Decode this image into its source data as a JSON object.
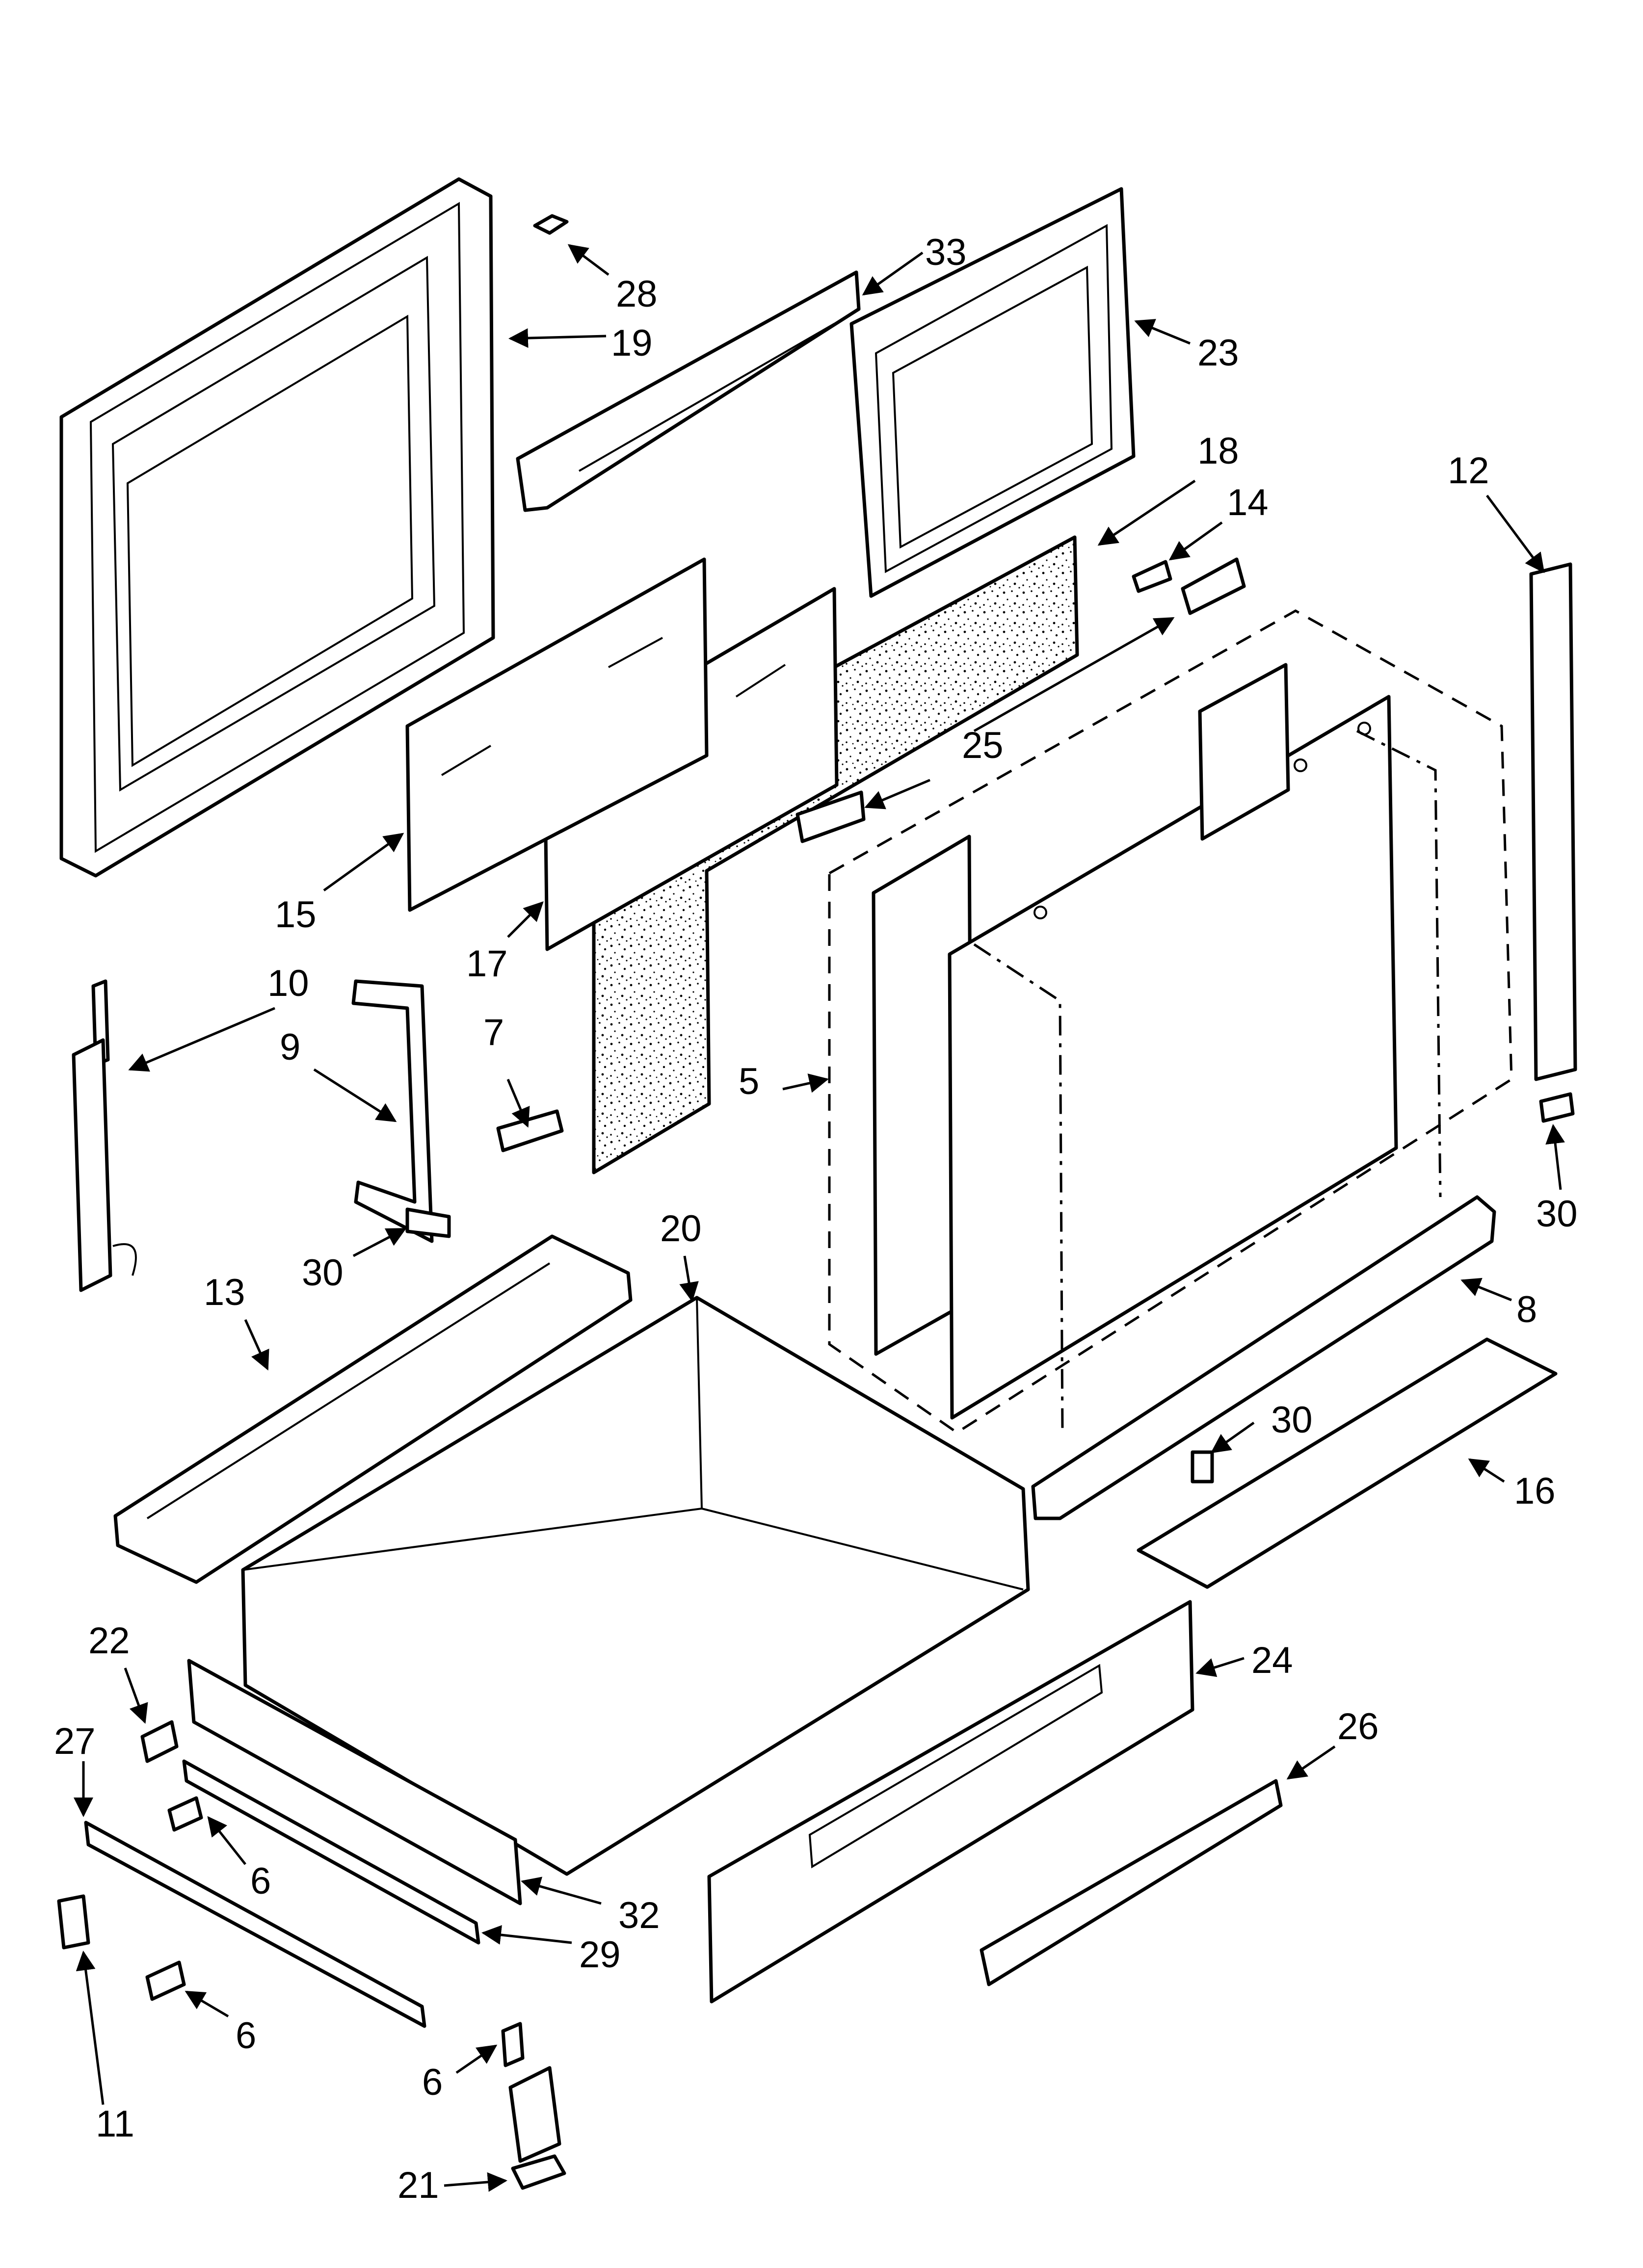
{
  "diagram": {
    "type": "exploded-parts-view",
    "callouts": {
      "c5": "5",
      "c6a": "6",
      "c6b": "6",
      "c6c": "6",
      "c7": "7",
      "c8": "8",
      "c9": "9",
      "c10": "10",
      "c11": "11",
      "c12": "12",
      "c13": "13",
      "c14": "14",
      "c15": "15",
      "c16": "16",
      "c17": "17",
      "c18": "18",
      "c19": "19",
      "c20": "20",
      "c21": "21",
      "c22": "22",
      "c23": "23",
      "c24": "24",
      "c25": "25",
      "c26": "26",
      "c27": "27",
      "c28": "28",
      "c29": "29",
      "c30a": "30",
      "c30b": "30",
      "c30c": "30",
      "c32": "32",
      "c33": "33"
    }
  }
}
